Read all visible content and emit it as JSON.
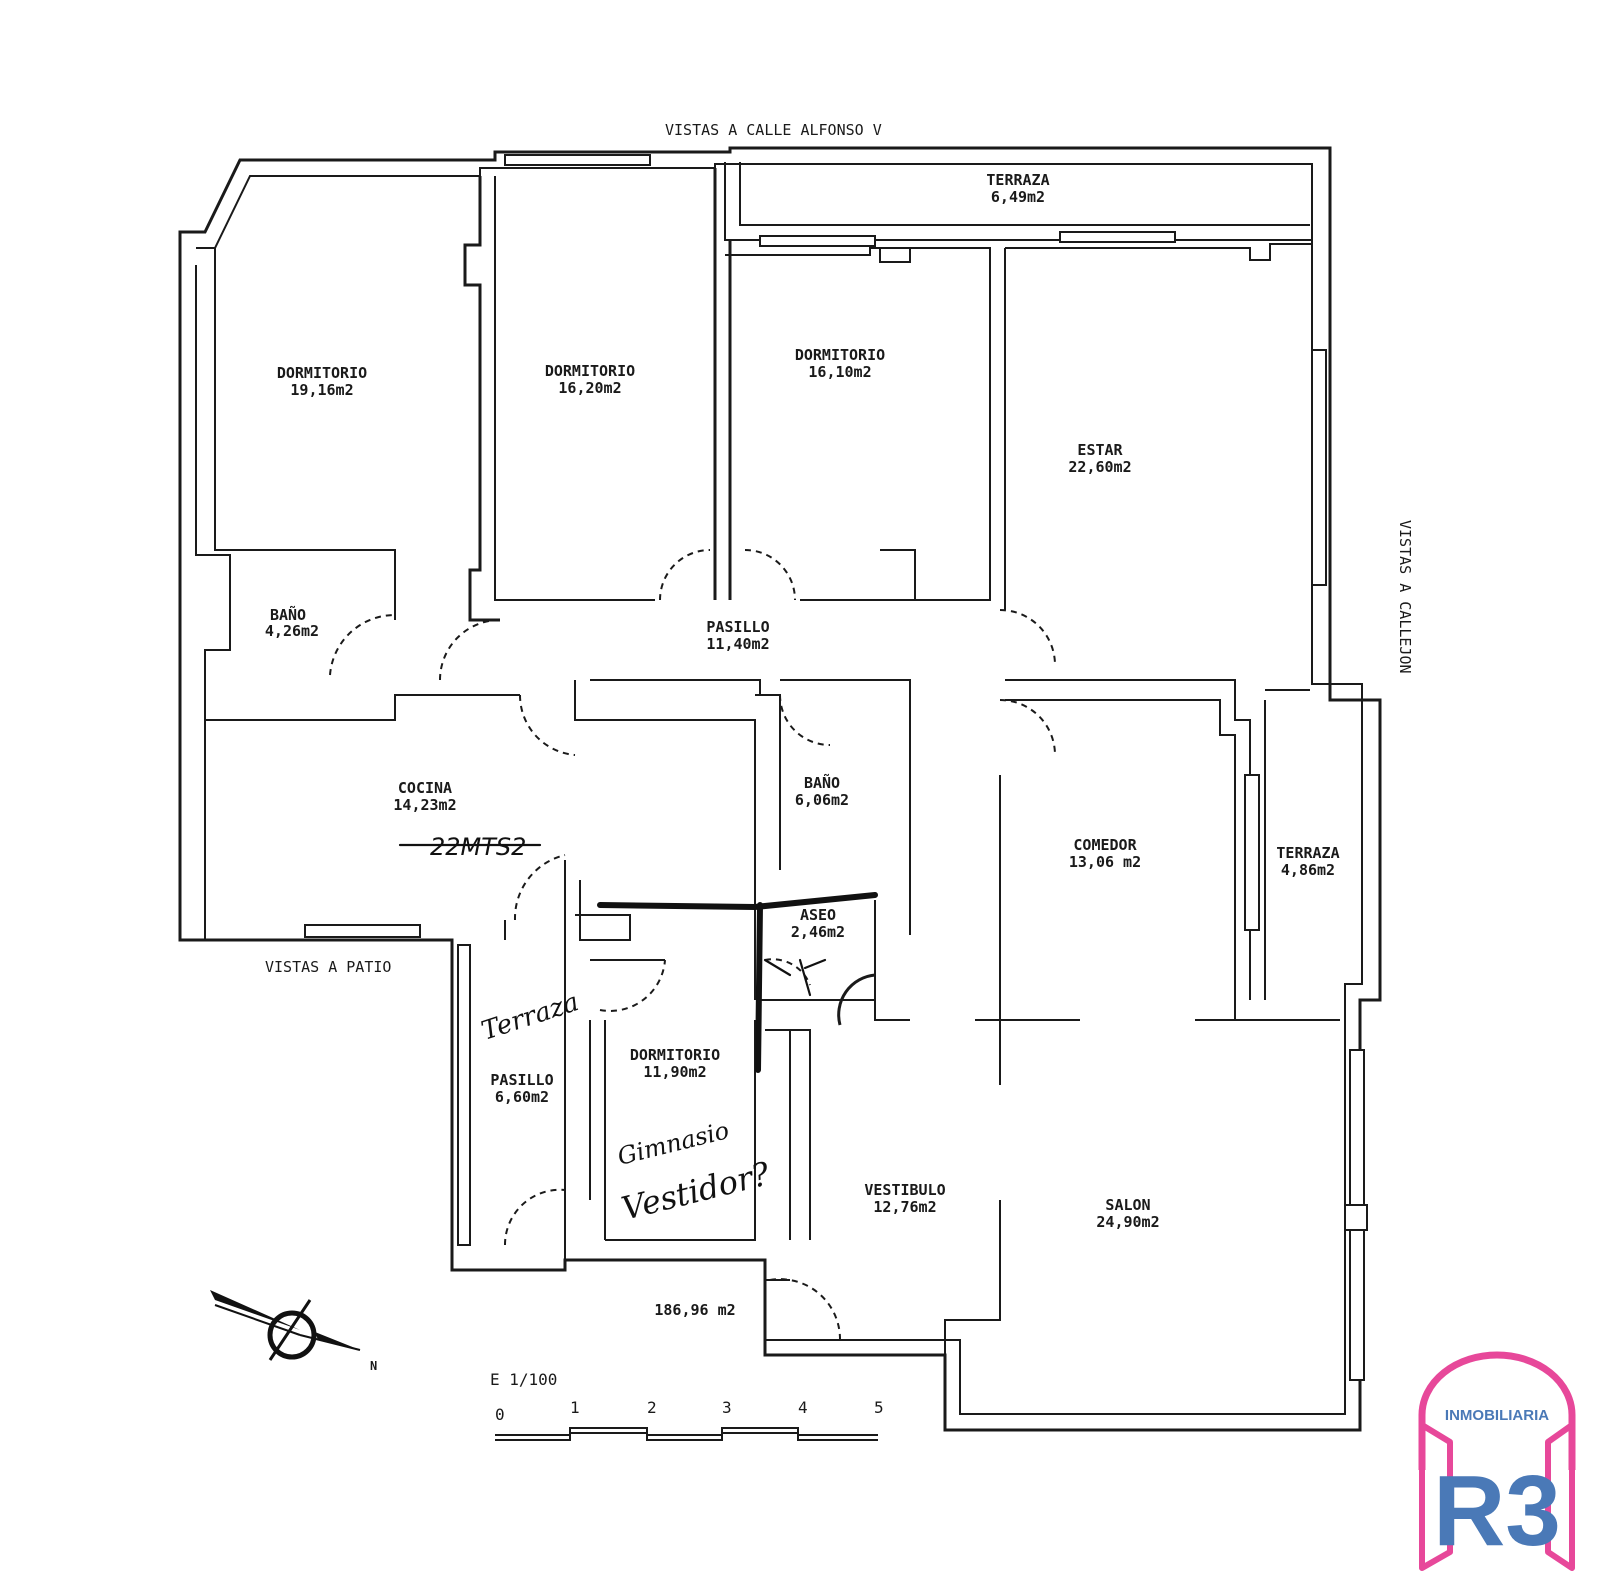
{
  "street_labels": {
    "top": "VISTAS A CALLE ALFONSO V",
    "right": "VISTAS A CALLEJON",
    "bottom": "VISTAS A PATIO"
  },
  "rooms": [
    {
      "name": "TERRAZA",
      "area": "6,49m2"
    },
    {
      "name": "DORMITORIO",
      "area": "19,16m2"
    },
    {
      "name": "DORMITORIO",
      "area": "16,20m2"
    },
    {
      "name": "DORMITORIO",
      "area": "16,10m2"
    },
    {
      "name": "ESTAR",
      "area": "22,60m2"
    },
    {
      "name": "BAÑO",
      "area": "4,26m2"
    },
    {
      "name": "PASILLO",
      "area": "11,40m2"
    },
    {
      "name": "COCINA",
      "area": "14,23m2"
    },
    {
      "name": "BAÑO",
      "area": "6,06m2"
    },
    {
      "name": "COMEDOR",
      "area": "13,06 m2"
    },
    {
      "name": "TERRAZA",
      "area": "4,86m2"
    },
    {
      "name": "ASEO",
      "area": "2,46m2"
    },
    {
      "name": "PASILLO",
      "area": "6,60m2"
    },
    {
      "name": "DORMITORIO",
      "area": "11,90m2"
    },
    {
      "name": "VESTIBULO",
      "area": "12,76m2"
    },
    {
      "name": "SALON",
      "area": "24,90m2"
    }
  ],
  "handwritten": {
    "kitchen_note": "22MTS2",
    "hall_note": "Terraza",
    "room_note_1": "Gimnasio",
    "room_note_2": "Vestidor?"
  },
  "total_area": "186,96 m2",
  "scale": {
    "label": "E 1/100",
    "ticks": [
      "0",
      "1",
      "2",
      "3",
      "4",
      "5"
    ]
  },
  "north_label": "N",
  "logo": {
    "top_text": "INMOBILIARIA",
    "main_text": "R3",
    "colors": {
      "frame": "#e7489a",
      "text": "#4a79b7"
    }
  }
}
